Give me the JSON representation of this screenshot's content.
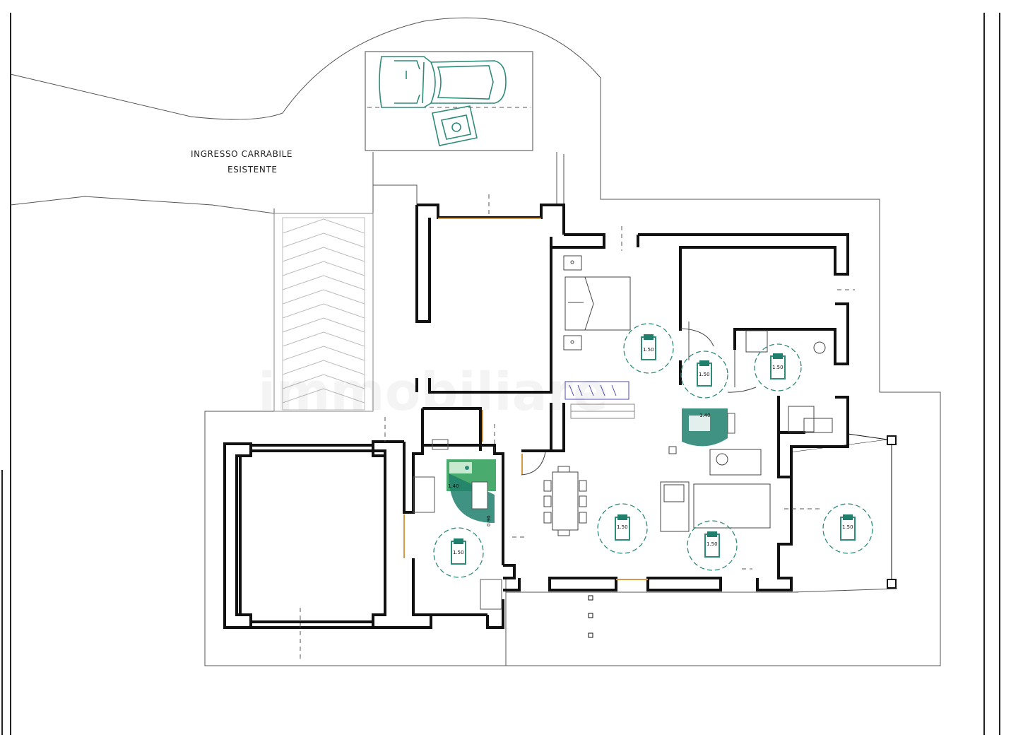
{
  "labels": {
    "entrance_line1": "INGRESSO  CARRABILE",
    "entrance_line2": "ESISTENTE"
  },
  "watermark": "immobiliare",
  "dimensions": {
    "turning_circle": "1.50",
    "passage_140": "1.40",
    "depth_090": "0.90"
  },
  "turning_circles": [
    {
      "label": "1.50"
    },
    {
      "label": "1.50"
    },
    {
      "label": "1.50"
    },
    {
      "label": "1.50"
    },
    {
      "label": "1.50"
    },
    {
      "label": "1.50"
    },
    {
      "label": "1.50"
    }
  ],
  "colors": {
    "accessible_fill": "#1f7f6c",
    "accessible_stroke": "#2e8b78",
    "walls": "#111111",
    "window": "#d59a45",
    "lines": "#555555"
  }
}
